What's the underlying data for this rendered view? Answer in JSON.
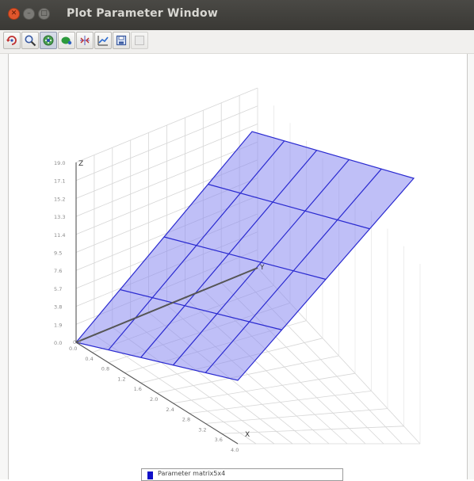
{
  "window": {
    "title": "Plot Parameter Window"
  },
  "toolbar": {
    "tools": [
      {
        "icon": "rotate-icon",
        "pressed": false
      },
      {
        "icon": "zoom-icon",
        "pressed": false
      },
      {
        "icon": "pan-icon",
        "pressed": true
      },
      {
        "icon": "color-icon",
        "pressed": false
      },
      {
        "icon": "reset-view-icon",
        "pressed": false
      },
      {
        "icon": "data-cursor-icon",
        "pressed": false
      },
      {
        "icon": "export-icon",
        "pressed": false
      },
      {
        "icon": "disabled-tool-icon",
        "pressed": false
      }
    ]
  },
  "chart_data": {
    "type": "surface",
    "title": "",
    "axes": {
      "x": "X",
      "y": "Y",
      "z": "Z"
    },
    "z_ticks": [
      "0.0",
      "1.9",
      "3.8",
      "5.7",
      "7.6",
      "9.5",
      "11.4",
      "13.3",
      "15.2",
      "17.1",
      "19.0"
    ],
    "x_ticks": [
      "0.0",
      "0.4",
      "0.8",
      "1.2",
      "1.6",
      "2.0",
      "2.4",
      "2.8",
      "3.2",
      "3.6",
      "4.0"
    ],
    "y_ticks_visible": [
      "0.0"
    ],
    "matrix_rows": 5,
    "matrix_cols": 4,
    "surface_color": "#8a8af0",
    "edge_color": "#2a2ad0",
    "legend": [
      {
        "label": "Parameter matrix5x4",
        "color": "#1010c8"
      }
    ]
  }
}
